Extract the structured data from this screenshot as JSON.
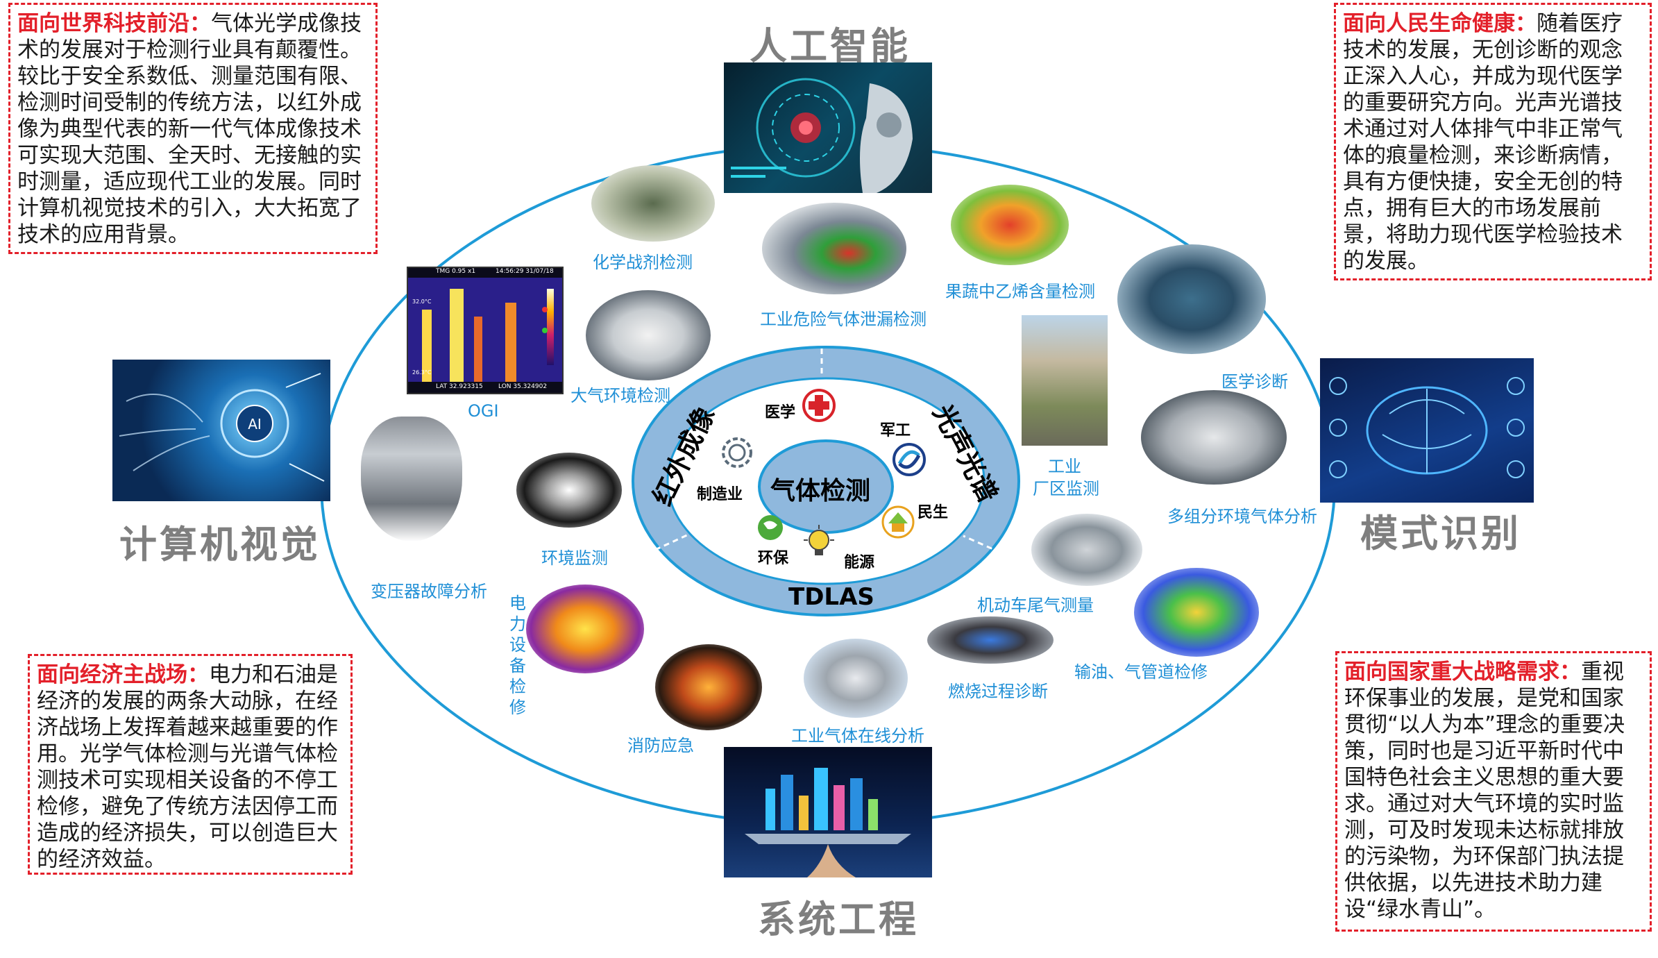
{
  "notes": {
    "tl": {
      "title": "面向世界科技前沿：",
      "body": "气体光学成像技术的发展对于检测行业具有颠覆性。较比于安全系数低、测量范围有限、检测时间受制的传统方法，以红外成像为典型代表的新一代气体成像技术可实现大范围、全天时、无接触的实时测量，适应现代工业的发展。同时计算机视觉技术的引入，大大拓宽了技术的应用背景。"
    },
    "tr": {
      "title": "面向人民生命健康：",
      "body": "随着医疗技术的发展，无创诊断的观念正深入人心，并成为现代医学的重要研究方向。光声光谱技术通过对人体排气中非正常气体的痕量检测，来诊断病情，具有方便快捷，安全无创的特点，拥有巨大的市场发展前景，将助力现代医学检验技术的发展。"
    },
    "bl": {
      "title": "面向经济主战场：",
      "body": "电力和石油是经济的发展的两条大动脉，在经济战场上发挥着越来越重要的作用。光学气体检测与光谱气体检测技术可实现相关设备的不停工检修，避免了传统方法因停工而造成的经济损失，可以创造巨大的经济效益。"
    },
    "br": {
      "title": "面向国家重大战略需求：",
      "body": "重视环保事业的发展，是党和国家贯彻“以人为本”理念的重要决策，同时也是习近平新时代中国特色社会主义思想的重大要求。通过对大气环境的实时监测，可及时发现未达标就排放的污染物，为环保部门执法提供依据，以先进技术助力建设“绿水青山”。"
    }
  },
  "domains": {
    "ai": "人工智能",
    "cv": "计算机视觉",
    "pr": "模式识别",
    "se": "系统工程"
  },
  "apps": {
    "chem": "化学战剂检测",
    "leak": "工业危险气体泄漏检测",
    "fruit": "果蔬中乙烯含量检测",
    "atmos": "大气环境检测",
    "ogi": "OGI",
    "medical": "医学诊断",
    "park_l1": "工业",
    "park_l2": "厂区监测",
    "multi": "多组分环境气体分析",
    "env": "环境监测",
    "transformer": "变压器故障分析",
    "power": "电力设备检修",
    "vehicle": "机动车尾气测量",
    "pipeline": "输油、气管道检修",
    "combustion": "燃烧过程诊断",
    "fire": "消防应急",
    "online": "工业气体在线分析"
  },
  "thermal": {
    "top_left": "TMG  0.95  x1",
    "top_right": "14:56:29  31/07/18",
    "bottom_left": "LAT 32.923315",
    "bottom_right": "LON 35.324902",
    "temp_hi": "32.0°C",
    "temp_lo": "26.3°C"
  },
  "center": {
    "core": "气体检测",
    "ir": "红外成像",
    "pa": "光声光谱",
    "tdlas": "TDLAS",
    "medicine": "医学",
    "military": "军工",
    "manufacturing": "制造业",
    "livelihood": "民生",
    "env": "环保",
    "energy": "能源"
  },
  "colors": {
    "accent_red": "#e3202a",
    "ellipse_blue": "#1e9bd7",
    "ring_blue": "#8fb8dd",
    "label_blue": "#1f8fd6",
    "grey": "#7f7f7f"
  }
}
